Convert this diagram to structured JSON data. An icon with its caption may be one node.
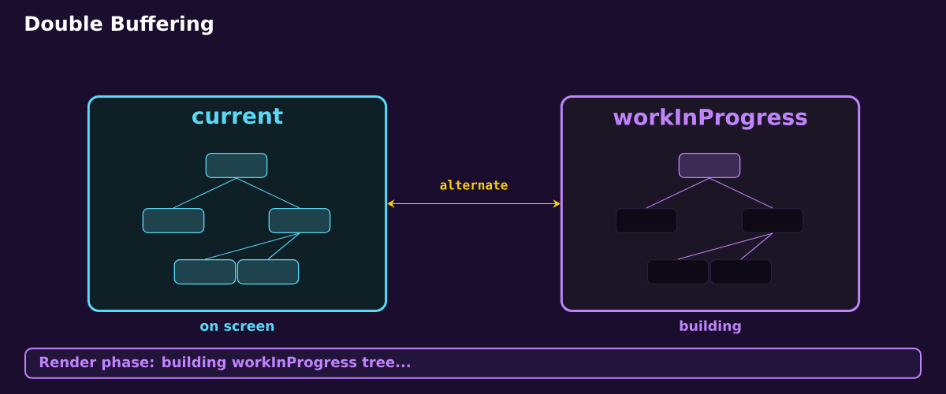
{
  "diagram": {
    "title": "Double Buffering",
    "nodes": [
      {
        "text": [
          "current"
        ],
        "beside": [
          "on screen"
        ]
      },
      {
        "text": [],
        "shape": "box",
        "in": 0
      },
      {
        "text": [],
        "shape": "box",
        "in": 0
      },
      {
        "text": [],
        "shape": "box",
        "in": 0
      },
      {
        "text": [],
        "shape": "box",
        "in": 0
      },
      {
        "text": [],
        "shape": "box",
        "in": 0
      },
      {
        "text": [
          "workInProgress"
        ],
        "beside": [
          "building"
        ]
      },
      {
        "text": [],
        "shape": "box",
        "in": 6
      },
      {
        "text": [],
        "shape": "box",
        "in": 6
      },
      {
        "text": [],
        "shape": "box",
        "in": 6
      },
      {
        "text": [],
        "shape": "box",
        "in": 6
      },
      {
        "text": [],
        "shape": "box",
        "in": 6
      },
      {
        "text": [
          "Render phase: building workInProgress tree..."
        ]
      }
    ],
    "edges": [
      {
        "from": 1,
        "to": 2,
        "arrow": "none",
        "color": "#5ad8f5"
      },
      {
        "from": 1,
        "to": 3,
        "arrow": "none",
        "color": "#5ad8f5"
      },
      {
        "from": 3,
        "to": 4,
        "arrow": "none",
        "color": "#5ad8f5"
      },
      {
        "from": 3,
        "to": 5,
        "arrow": "none",
        "color": "#5ad8f5"
      },
      {
        "from": 7,
        "to": 8,
        "arrow": "none",
        "color": "#c084fc"
      },
      {
        "from": 7,
        "to": 9,
        "arrow": "none",
        "color": "#c084fc"
      },
      {
        "from": 9,
        "to": 10,
        "arrow": "none",
        "color": "#c084fc"
      },
      {
        "from": 9,
        "to": 11,
        "arrow": "none",
        "color": "#c084fc"
      },
      {
        "from": 0,
        "to": 6,
        "arrow": "both",
        "label": "alternate",
        "color": "#facc15"
      }
    ]
  }
}
